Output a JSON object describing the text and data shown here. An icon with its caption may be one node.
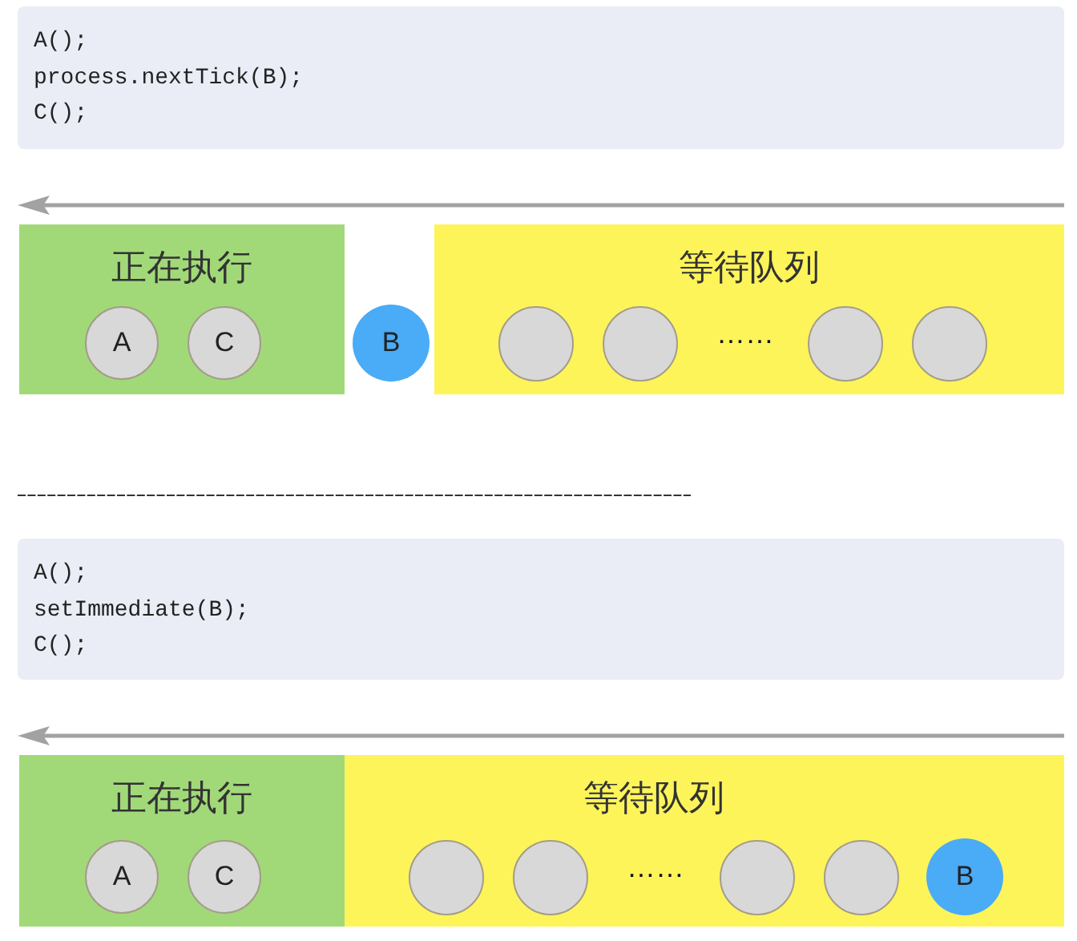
{
  "diagram": {
    "nodes": [
      {
        "text": [
          "A();",
          "process.nextTick(B);",
          "C();"
        ]
      },
      {
        "text": [
          "正在执行"
        ]
      },
      {
        "text": [
          "A"
        ],
        "in": 1
      },
      {
        "text": [
          "C"
        ],
        "in": 1
      },
      {
        "text": [
          "B"
        ]
      },
      {
        "text": [
          "等待队列"
        ]
      },
      {
        "text": [],
        "shape": "circle",
        "in": 5
      },
      {
        "text": [],
        "shape": "circle",
        "in": 5
      },
      {
        "text": [],
        "shape": "circle",
        "in": 5
      },
      {
        "text": [],
        "shape": "circle",
        "in": 5
      },
      {
        "text": [
          "A();",
          "setImmediate(B);",
          "C();"
        ]
      },
      {
        "text": [
          "正在执行"
        ]
      },
      {
        "text": [
          "A"
        ],
        "in": 11
      },
      {
        "text": [
          "C"
        ],
        "in": 11
      },
      {
        "text": [
          "等待队列"
        ]
      },
      {
        "text": [],
        "shape": "circle",
        "in": 14
      },
      {
        "text": [],
        "shape": "circle",
        "in": 14
      },
      {
        "text": [],
        "shape": "circle",
        "in": 14
      },
      {
        "text": [],
        "shape": "circle",
        "in": 14
      },
      {
        "text": [
          "B"
        ],
        "in": 14
      }
    ],
    "labels": [
      "……",
      "……"
    ]
  }
}
